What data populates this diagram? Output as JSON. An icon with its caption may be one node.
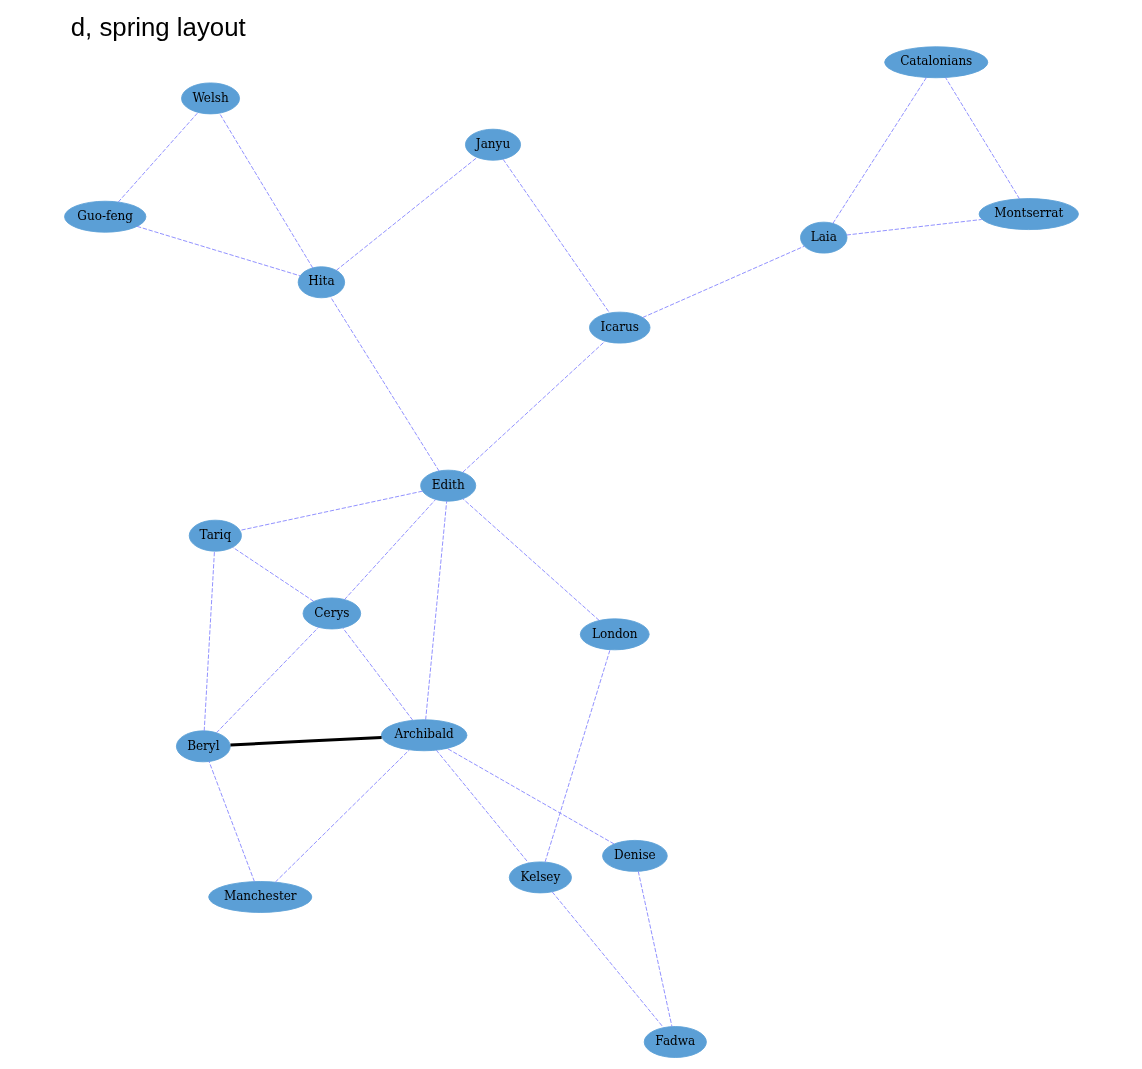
{
  "diagram": {
    "title": "d, spring layout",
    "nodes": [
      {
        "text": [
          "Manchester"
        ]
      },
      {
        "text": [
          "Denise"
        ]
      },
      {
        "text": [
          "Archibald"
        ]
      },
      {
        "text": [
          "Beryl"
        ]
      },
      {
        "text": [
          "Kelsey"
        ]
      },
      {
        "text": [
          "Cerys"
        ]
      },
      {
        "text": [
          "Guo-feng"
        ]
      },
      {
        "text": [
          "Fadwa"
        ]
      },
      {
        "text": [
          "London"
        ]
      },
      {
        "text": [
          "Edith"
        ]
      },
      {
        "text": [
          "Tariq"
        ]
      },
      {
        "text": [
          "Hita"
        ]
      },
      {
        "text": [
          "Welsh"
        ]
      },
      {
        "text": [
          "Janyu"
        ]
      },
      {
        "text": [
          "Icarus"
        ]
      },
      {
        "text": [
          "Laia"
        ]
      },
      {
        "text": [
          "Montserrat"
        ]
      },
      {
        "text": [
          "Catalonians"
        ]
      }
    ],
    "edges": [
      {
        "from": 0,
        "to": 2,
        "arrow": "none",
        "style": "dashed"
      },
      {
        "from": 0,
        "to": 3,
        "arrow": "none",
        "style": "dashed"
      },
      {
        "from": 1,
        "to": 2,
        "arrow": "none",
        "style": "dashed"
      },
      {
        "from": 1,
        "to": 7,
        "arrow": "none",
        "style": "dashed"
      },
      {
        "from": 2,
        "to": 3,
        "arrow": "none",
        "style": "thick",
        "color": "#000000"
      },
      {
        "from": 2,
        "to": 4,
        "arrow": "none",
        "style": "dashed"
      },
      {
        "from": 2,
        "to": 5,
        "arrow": "none",
        "style": "dashed"
      },
      {
        "from": 2,
        "to": 9,
        "arrow": "none",
        "style": "dashed"
      },
      {
        "from": 3,
        "to": 5,
        "arrow": "none",
        "style": "dashed"
      },
      {
        "from": 3,
        "to": 10,
        "arrow": "none",
        "style": "dashed"
      },
      {
        "from": 5,
        "to": 10,
        "arrow": "none",
        "style": "dashed"
      },
      {
        "from": 5,
        "to": 9,
        "arrow": "none",
        "style": "dashed"
      },
      {
        "from": 4,
        "to": 8,
        "arrow": "none",
        "style": "dashed"
      },
      {
        "from": 4,
        "to": 7,
        "arrow": "none",
        "style": "dashed"
      },
      {
        "from": 6,
        "to": 12,
        "arrow": "none",
        "style": "dashed"
      },
      {
        "from": 6,
        "to": 11,
        "arrow": "none",
        "style": "dashed"
      },
      {
        "from": 8,
        "to": 9,
        "arrow": "none",
        "style": "dashed"
      },
      {
        "from": 9,
        "to": 10,
        "arrow": "none",
        "style": "dashed"
      },
      {
        "from": 9,
        "to": 11,
        "arrow": "none",
        "style": "dashed"
      },
      {
        "from": 9,
        "to": 14,
        "arrow": "none",
        "style": "dashed"
      },
      {
        "from": 11,
        "to": 12,
        "arrow": "none",
        "style": "dashed"
      },
      {
        "from": 11,
        "to": 13,
        "arrow": "none",
        "style": "dashed"
      },
      {
        "from": 13,
        "to": 14,
        "arrow": "none",
        "style": "dashed"
      },
      {
        "from": 14,
        "to": 15,
        "arrow": "none",
        "style": "dashed"
      },
      {
        "from": 15,
        "to": 16,
        "arrow": "none",
        "style": "dashed"
      },
      {
        "from": 15,
        "to": 17,
        "arrow": "none",
        "style": "dashed"
      },
      {
        "from": 16,
        "to": 17,
        "arrow": "none",
        "style": "dashed"
      }
    ]
  }
}
